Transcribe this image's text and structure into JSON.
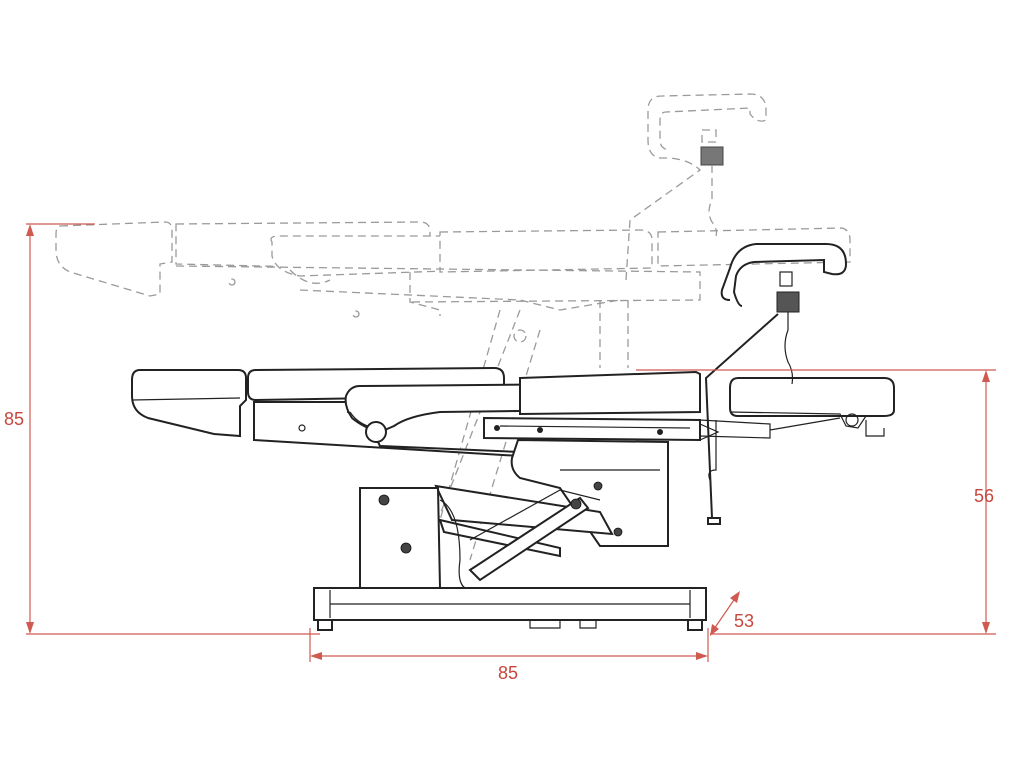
{
  "dimensions": {
    "overall_height": "85",
    "seat_height": "56",
    "base_length": "85",
    "base_width": "53"
  },
  "colors": {
    "dimension_line": "#d05a50",
    "outline": "#222222",
    "ghost_outline": "#9a9a9a"
  }
}
